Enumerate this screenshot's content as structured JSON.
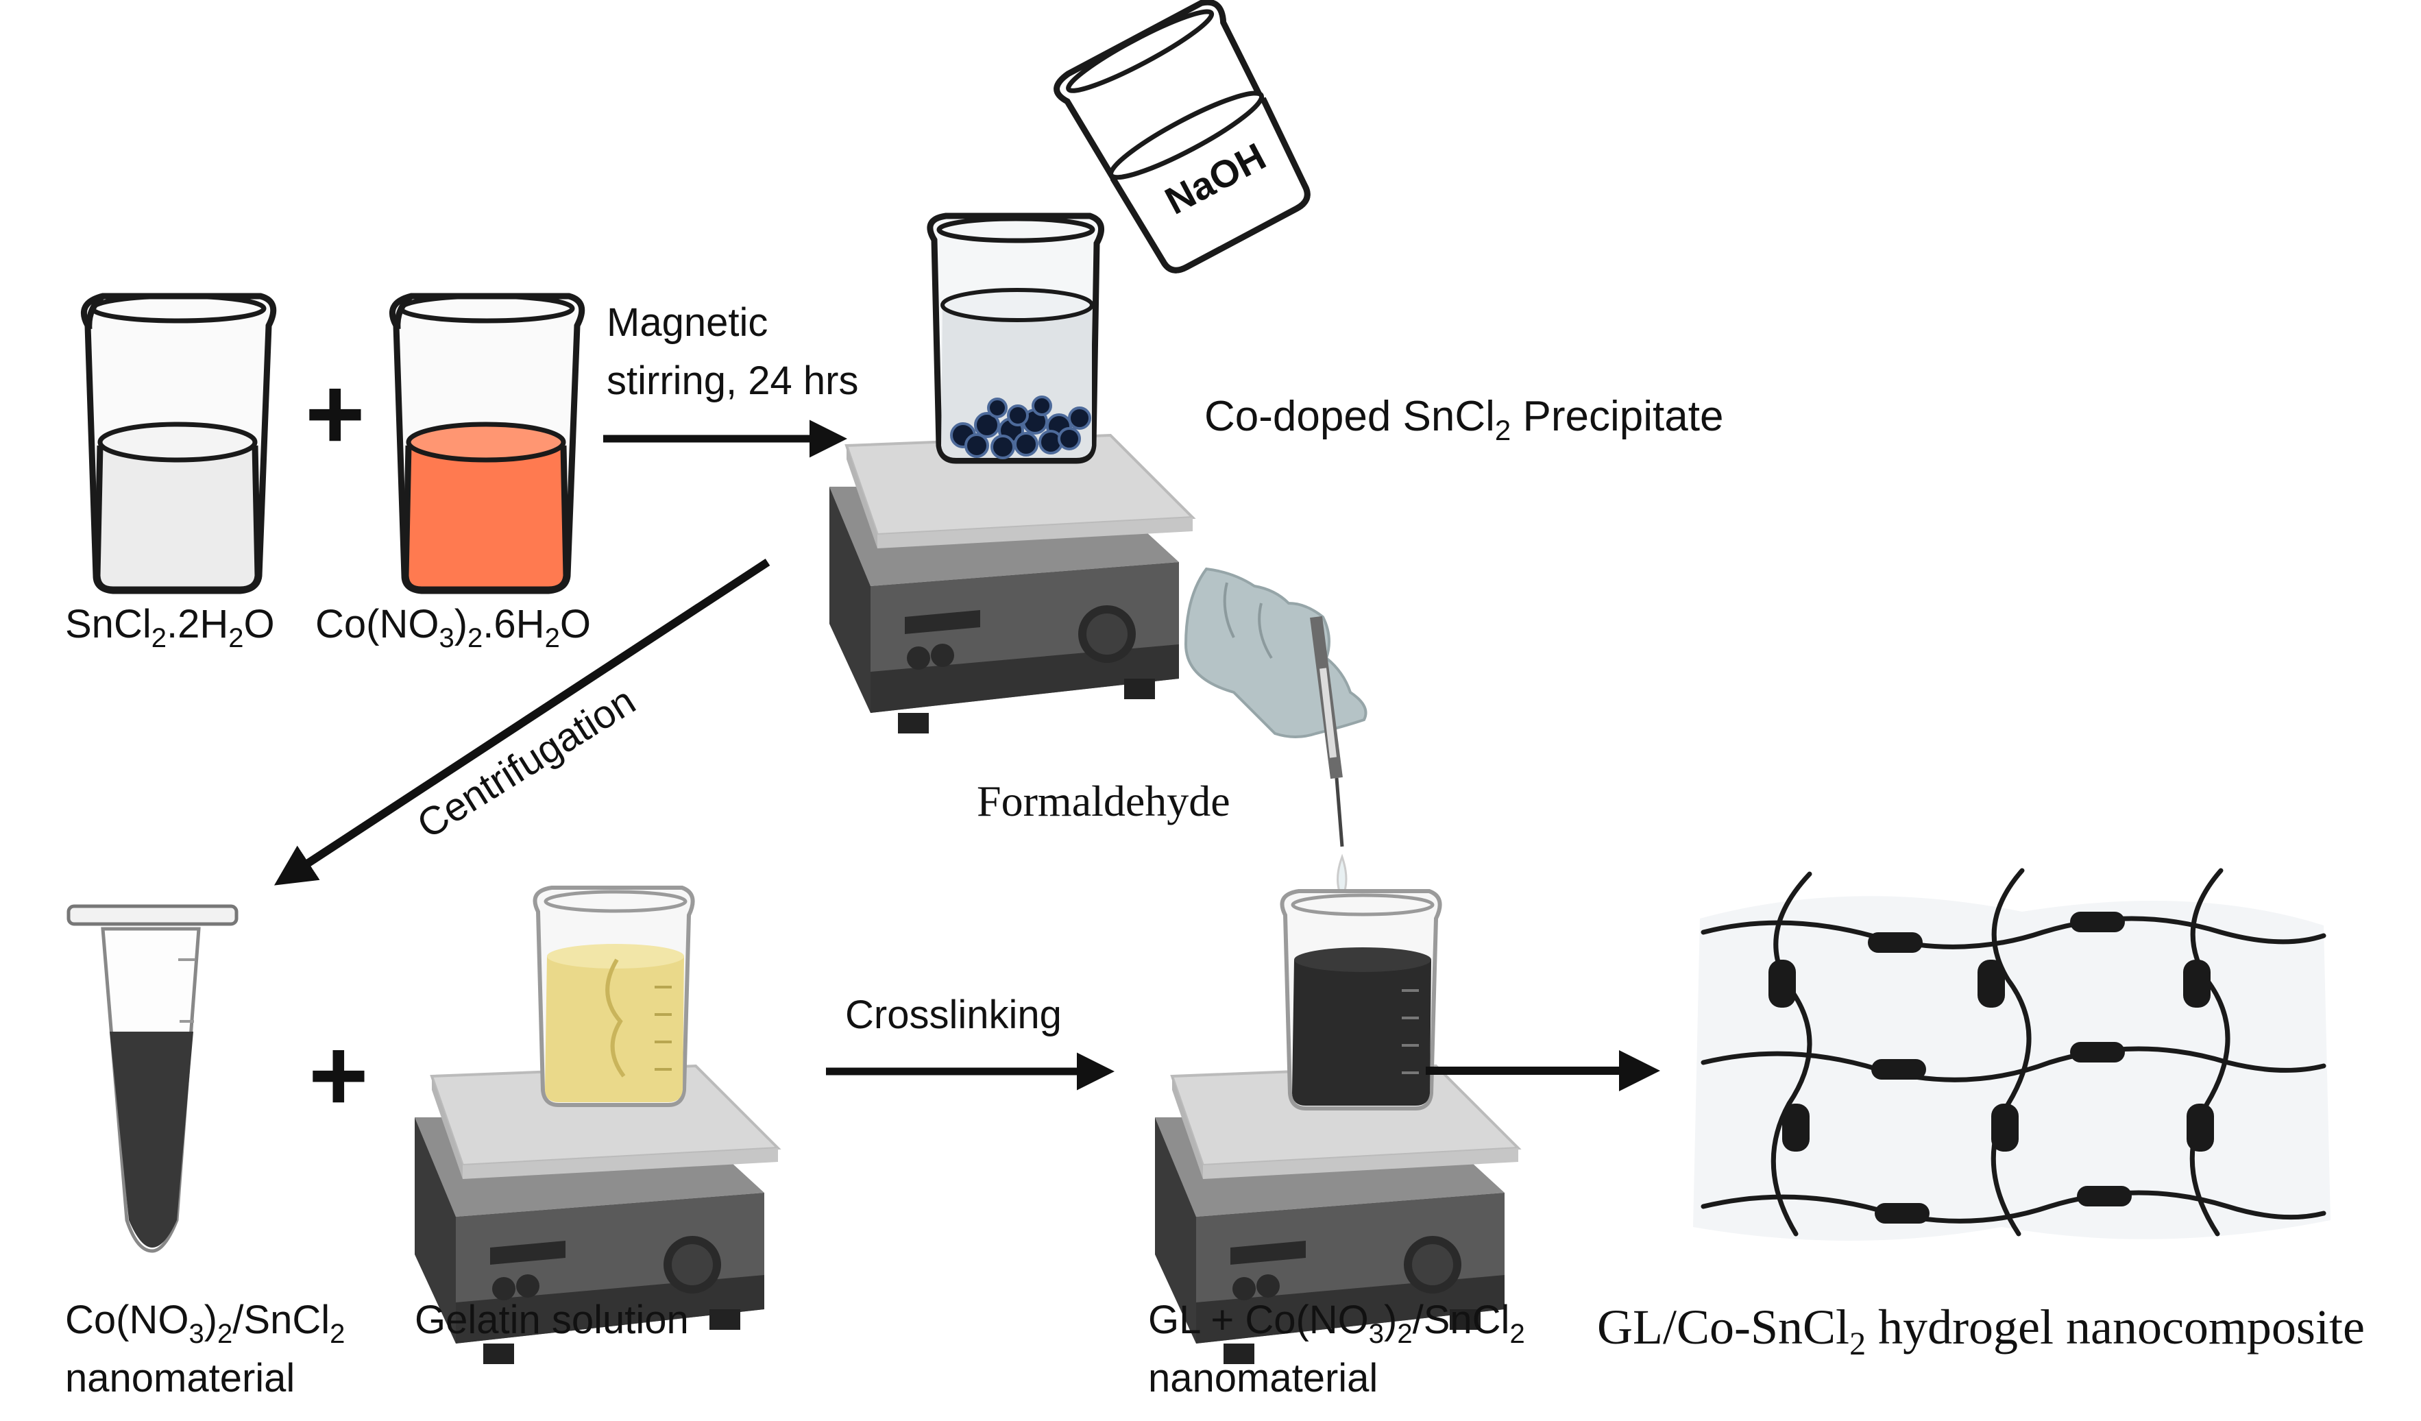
{
  "labels": {
    "sncl2": {
      "main": "SnCl",
      "sub1": "2",
      "mid": ".2H",
      "sub2": "2",
      "end": "O"
    },
    "cono3": {
      "main": "Co(NO",
      "sub1": "3",
      "mid": ")",
      "sub2": "2",
      "mid2": ".6H",
      "sub3": "2",
      "end": "O"
    },
    "stirring_line1": "Magnetic",
    "stirring_line2": "stirring, 24 hrs",
    "naoh": "NaOH",
    "precipitate": {
      "main": "Co-doped SnCl",
      "sub": "2",
      "end": " Precipitate"
    },
    "centrifugation": "Centrifugation",
    "formaldehyde": "Formaldehyde",
    "nano_material": {
      "main": "Co(NO",
      "sub1": "3",
      "mid": ")",
      "sub2": "2",
      "mid2": "/SnCl",
      "sub3": "2",
      "line2": "nanomaterial"
    },
    "gelatin": "Gelatin solution",
    "crosslinking": "Crosslinking",
    "gl_nano": {
      "main": "GL + Co(NO",
      "sub1": "3",
      "mid": ")",
      "sub2": "2",
      "mid2": "/SnCl",
      "sub3": "2",
      "line2": "nanomaterial"
    },
    "hydrogel": {
      "main": "GL/Co-SnCl",
      "sub": "2",
      "end": " hydrogel nanocomposite"
    }
  },
  "plus_sign": "+",
  "colors": {
    "orange_liquid": "#FF7A50",
    "clear_liquid": "#EEEEEE",
    "gelatin_liquid": "#EAD98A",
    "dark_liquid": "#2B2B2B",
    "stirrer_body": "#555555",
    "glove": "#B5C3C6",
    "network": "#1A1A1A"
  },
  "icons": [
    "beaker-icon",
    "hot-plate-stirrer-icon",
    "glove-hand-icon",
    "syringe-icon",
    "centrifuge-tube-icon",
    "hydrogel-network-icon",
    "arrow-icon"
  ]
}
